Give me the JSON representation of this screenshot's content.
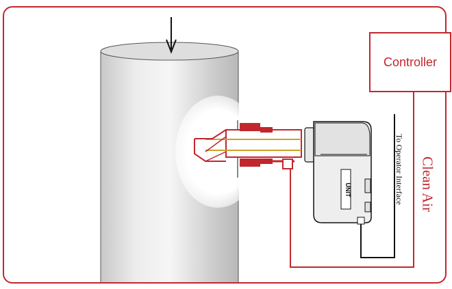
{
  "labels": {
    "controller": "Controller",
    "clean_air": "Clean Air",
    "operator": "To Operator Interface",
    "device_badge": "UNIT"
  },
  "colors": {
    "accent_red": "#c0272d",
    "outline": "#111111",
    "stack_fill": "#d6d6d6"
  },
  "icons": {
    "flow_arrow": "arrow-down-icon"
  }
}
